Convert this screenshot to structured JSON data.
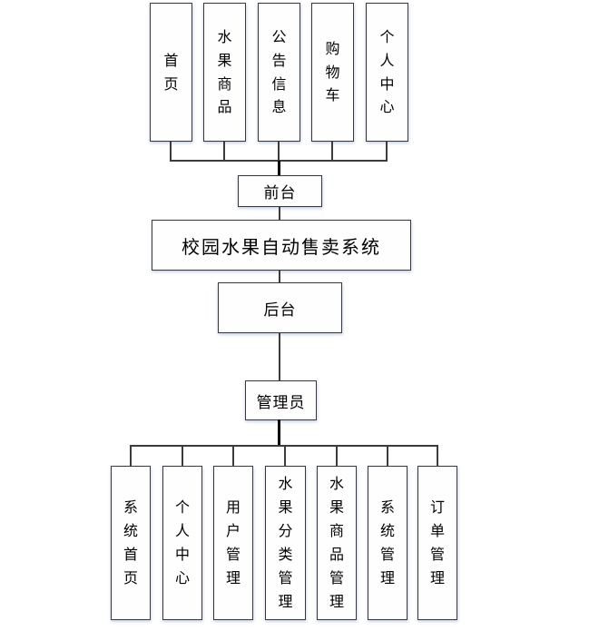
{
  "diagram": {
    "title": "校园水果自动售卖系统",
    "frontend": {
      "label": "前台",
      "modules": [
        "首页",
        "水果商品",
        "公告信息",
        "购物车",
        "个人中心"
      ]
    },
    "backend": {
      "label": "后台",
      "role": "管理员",
      "modules": [
        "系统首页",
        "个人中心",
        "用户管理",
        "水果分类管理",
        "水果商品管理",
        "系统管理",
        "订单管理"
      ]
    },
    "colors": {
      "box_border": "#383838",
      "connector": "#3c3c3c",
      "trunk_connector": "#000000",
      "background": "#ffffff"
    }
  }
}
